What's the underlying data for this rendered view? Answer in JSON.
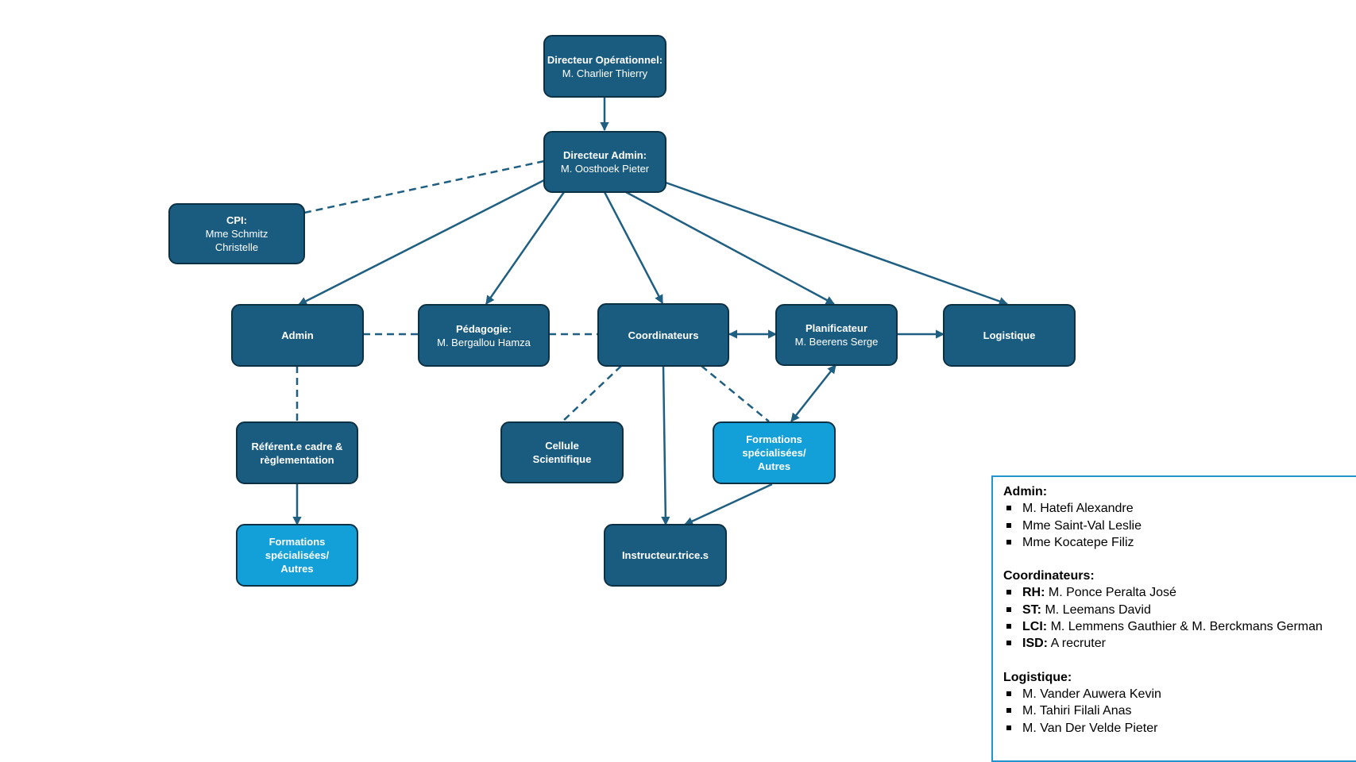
{
  "colors": {
    "node_dark": "#1a5c80",
    "node_light": "#13a0d8",
    "node_border": "#0d3144",
    "connector": "#1f5f82",
    "legend_border": "#1f94cf"
  },
  "nodes": {
    "directeur_op": {
      "title": "Directeur Opérationnel:",
      "name": "M. Charlier Thierry"
    },
    "directeur_admin": {
      "title": "Directeur Admin:",
      "name": "M. Oosthoek Pieter"
    },
    "cpi": {
      "title": "CPI:",
      "name": "Mme Schmitz Christelle"
    },
    "admin": {
      "title": "Admin"
    },
    "pedagogie": {
      "title": "Pédagogie:",
      "name": "M. Bergallou Hamza"
    },
    "coordinateurs": {
      "title": "Coordinateurs"
    },
    "planificateur": {
      "title": "Planificateur",
      "name": "M. Beerens Serge"
    },
    "logistique": {
      "title": "Logistique"
    },
    "referent": {
      "title": "Référent.e cadre & règlementation"
    },
    "cellule": {
      "title": "Cellule Scientifique"
    },
    "formations_coord": {
      "title": "Formations spécialisées/ Autres"
    },
    "formations_admin": {
      "title": "Formations spécialisées/ Autres"
    },
    "instructeurs": {
      "title": "Instructeur.trice.s"
    }
  },
  "legend": {
    "sections": [
      {
        "title": "Admin:",
        "items": [
          {
            "key": "",
            "text": "M. Hatefi Alexandre"
          },
          {
            "key": "",
            "text": "Mme Saint-Val Leslie"
          },
          {
            "key": "",
            "text": "Mme Kocatepe Filiz"
          }
        ]
      },
      {
        "title": "Coordinateurs:",
        "items": [
          {
            "key": "RH:",
            "text": "M. Ponce Peralta José"
          },
          {
            "key": "ST:",
            "text": "M. Leemans David"
          },
          {
            "key": "LCI:",
            "text": "M. Lemmens Gauthier & M. Berckmans German"
          },
          {
            "key": "ISD:",
            "text": "A recruter"
          }
        ]
      },
      {
        "title": "Logistique:",
        "items": [
          {
            "key": "",
            "text": "M. Vander Auwera Kevin"
          },
          {
            "key": "",
            "text": "M. Tahiri Filali Anas"
          },
          {
            "key": "",
            "text": "M. Van Der Velde Pieter"
          }
        ]
      }
    ]
  }
}
